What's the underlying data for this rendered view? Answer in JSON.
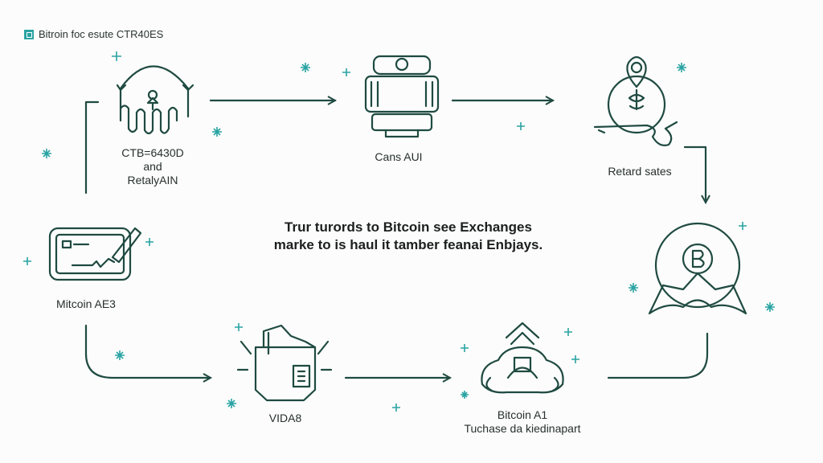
{
  "header": {
    "title": "Bitroin foc esute CTR40ES",
    "icon": "square-logo-icon"
  },
  "center_text": {
    "line1": "Trur turords to Bitcoin see Exchanges",
    "line2": "marke to is haul it tamber feanai Enbjays."
  },
  "nodes": [
    {
      "id": "node1",
      "line1": "CTB=6430D",
      "line2": "and",
      "line3": "RetalyAIN",
      "icon": "server-cloud-icon"
    },
    {
      "id": "node2",
      "line1": "Cans AUI",
      "icon": "database-drum-icon"
    },
    {
      "id": "node3",
      "line1": "Retard sates",
      "icon": "money-bag-hand-icon"
    },
    {
      "id": "node4",
      "icon": "bitcoin-tent-icon"
    },
    {
      "id": "node5",
      "line1": "Bitcoin A1",
      "line2": "Tuchase da kiedinapart",
      "icon": "bitcoin-gear-icon"
    },
    {
      "id": "node6",
      "line1": "VIDA8",
      "icon": "device-chip-icon"
    },
    {
      "id": "node7",
      "line1": "Mitcoin AE3",
      "icon": "signature-card-icon"
    }
  ],
  "colors": {
    "stroke": "#1f4a41",
    "accent": "#2aa3a3",
    "background": "#fbfcfb"
  }
}
